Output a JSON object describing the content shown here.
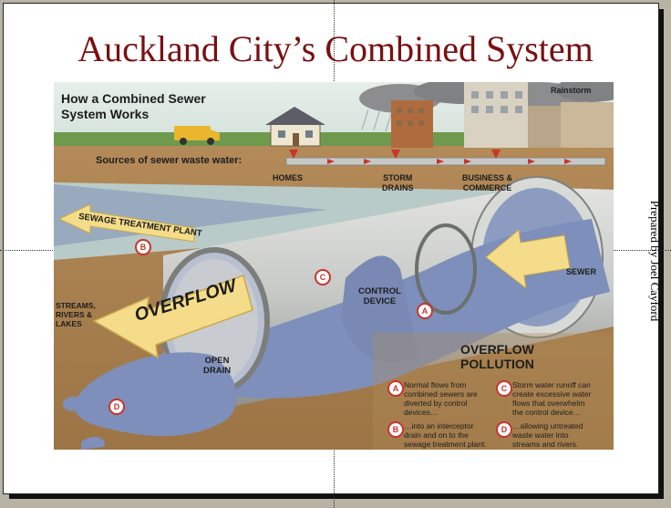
{
  "title": "Auckland City’s Combined System",
  "credit": "Prepared by Joel Cayford",
  "diagram": {
    "heading_line1": "How a Combined Sewer",
    "heading_line2": "System Works",
    "rainstorm": "Rainstorm",
    "sources": "Sources of sewer waste water:",
    "homes": "HOMES",
    "storm_line1": "STORM",
    "storm_line2": "DRAINS",
    "business_line1": "BUSINESS &",
    "business_line2": "COMMERCE",
    "treatment_plant": "SEWAGE TREATMENT PLANT",
    "sewer": "SEWER",
    "control_line1": "CONTROL",
    "control_line2": "DEVICE",
    "overflow": "OVERFLOW",
    "streams_line1": "STREAMS,",
    "streams_line2": "RIVERS &",
    "streams_line3": "LAKES",
    "open_drain_line1": "OPEN",
    "open_drain_line2": "DRAIN",
    "pollution_line1": "OVERFLOW",
    "pollution_line2": "POLLUTION",
    "badges": {
      "a": "A",
      "b": "B",
      "c": "C",
      "d": "D"
    },
    "legend": {
      "a": [
        "Normal flows from",
        "combined sewers are",
        "diverted by control",
        "devices…"
      ],
      "b": [
        "…into an interceptor",
        "drain and on to the",
        "sewage treatment plant."
      ],
      "c": [
        "Storm water runoff can",
        "create excessive water",
        "flows that overwhelm",
        "the control device…"
      ],
      "d": [
        "…allowing untreated",
        "waste water into",
        "streams and rivers."
      ]
    }
  },
  "colors": {
    "title": "#7a0f10",
    "soil": "#a9804f",
    "water": "#7d8fba",
    "pipe": "#c9cbc8",
    "arrow": "#f4dc8a",
    "badge": "#c8342c"
  }
}
